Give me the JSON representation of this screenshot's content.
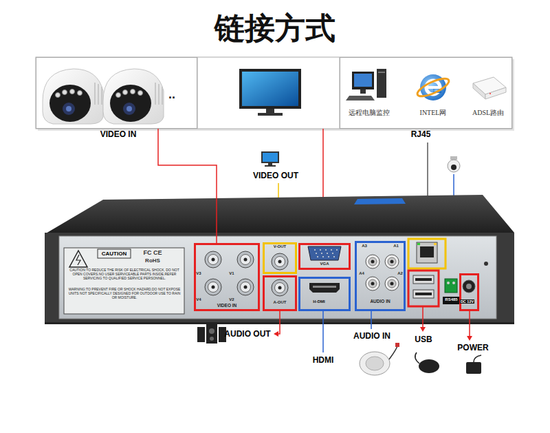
{
  "diagram": {
    "title": "链接方式",
    "nodes": [
      {
        "text": [
          ".."
        ]
      },
      {
        "text": [
          "远程电脑监控",
          "INTEL网",
          "ADSL路由"
        ]
      },
      {
        "text": [
          "V3",
          "V1",
          "V4",
          "V2",
          "VIDEO IN"
        ]
      },
      {
        "text": [
          "V-OUT"
        ]
      },
      {
        "text": [
          "A-OUT"
        ]
      },
      {
        "text": [
          "VGA"
        ]
      },
      {
        "text": [
          "H-DMI"
        ]
      },
      {
        "text": [
          "A3",
          "A1",
          "A4",
          "A2",
          "AUDIO IN"
        ]
      },
      {
        "text": [
          "DC 12V"
        ]
      }
    ],
    "edges": [
      {
        "from": 0,
        "to": 2,
        "arrow": "none"
      }
    ],
    "labels": [
      "VIDEO IN",
      "RJ45",
      "VIDEO OUT",
      "CAUTION",
      "FC CE",
      "RoHS",
      "CAUTION:TO REDUCE THE RISK OF ELECTRICAL SHOCK, DO NOT OPEN COVERS.NO USER SERVICEABLE PARTS INSIDE.REFER SERVICING TO QUALIFIED SERVICE PERSONNEL.",
      "WARNING:TO PREVENT FIRE OR SHOCK HAZARD,DO NOT EXPOSE UNITS NOT SPECIFICALLY DESIGNED FOR OUTDOOR USE TO RAIN OR MOISTURE.",
      "RS485",
      "AUDIO OUT",
      "HDMI",
      "AUDIO IN",
      "USB",
      "POWER"
    ]
  }
}
